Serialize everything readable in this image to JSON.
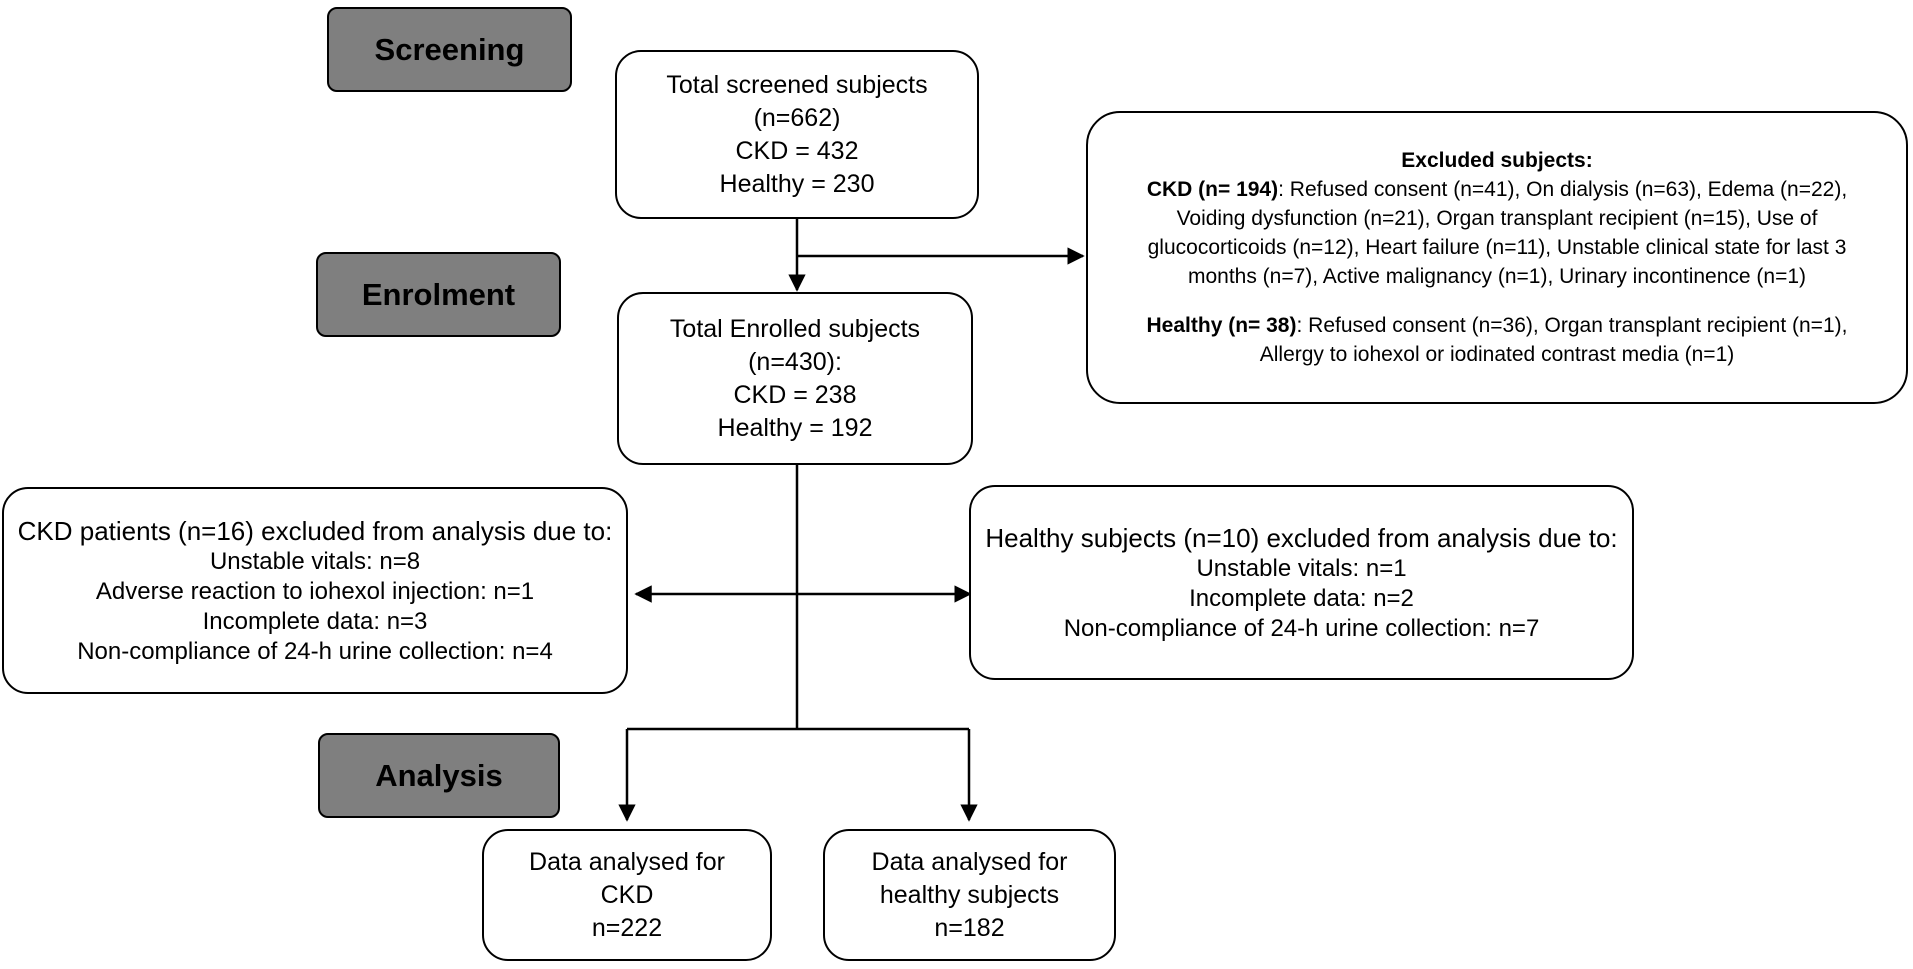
{
  "stages": {
    "screening": "Screening",
    "enrolment": "Enrolment",
    "analysis": "Analysis"
  },
  "screened": {
    "title": "Total screened subjects",
    "n": "(n=662)",
    "ckd": "CKD = 432",
    "healthy": "Healthy = 230"
  },
  "enrolled": {
    "title": "Total Enrolled subjects",
    "n": "(n=430):",
    "ckd": "CKD = 238",
    "healthy": "Healthy = 192"
  },
  "excluded": {
    "title": "Excluded subjects:",
    "ckd_head": "CKD (n= 194)",
    "ckd_line1": ": Refused consent (n=41), On dialysis (n=63), Edema (n=22),",
    "ckd_line2": "Voiding dysfunction (n=21), Organ transplant recipient (n=15), Use of",
    "ckd_line3": "glucocorticoids (n=12), Heart failure (n=11), Unstable clinical state for last 3",
    "ckd_line4": "months (n=7), Active malignancy (n=1), Urinary incontinence (n=1)",
    "healthy_head": "Healthy (n= 38)",
    "healthy_line1": ":  Refused consent (n=36), Organ transplant recipient (n=1),",
    "healthy_line2": "Allergy to iohexol or iodinated contrast media (n=1)"
  },
  "ckd_excluded": {
    "title": "CKD patients (n=16) excluded from analysis due to:",
    "items": [
      "Unstable vitals: n=8",
      "Adverse reaction to iohexol injection: n=1",
      "Incomplete data: n=3",
      "Non-compliance of 24-h urine collection: n=4"
    ]
  },
  "healthy_excluded": {
    "title": "Healthy subjects (n=10) excluded from analysis due to:",
    "items": [
      "Unstable vitals: n=1",
      "Incomplete data: n=2",
      "Non-compliance of 24-h urine collection: n=7"
    ]
  },
  "analysed_ckd": {
    "line1": "Data analysed for",
    "line2": "CKD",
    "n": "n=222"
  },
  "analysed_healthy": {
    "line1": "Data analysed for",
    "line2": "healthy subjects",
    "n": "n=182"
  }
}
